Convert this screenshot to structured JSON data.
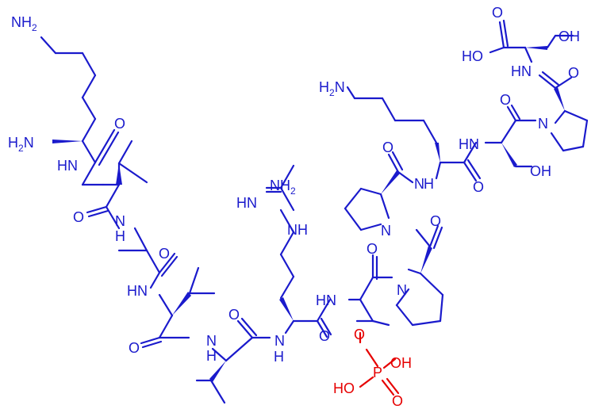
{
  "colors": {
    "bond": "#1a1acc",
    "phosphate": "#e60000",
    "background": "#ffffff"
  },
  "labels": {
    "nh2_top": "NH",
    "nh2_top_sub": "2",
    "h2n_left": "H",
    "h2n_left_sub": "2",
    "h2n_left_n": "N",
    "o1": "O",
    "hn1": "HN",
    "o2": "O",
    "n2": "N",
    "h2": "H",
    "o3": "O",
    "hn3": "HN",
    "o4": "O",
    "n4": "N",
    "h4": "H",
    "o5": "O",
    "guan_nh2": "NH",
    "guan_nh2_sub": "2",
    "guan_hn": "HN",
    "guan_nh": "NH",
    "n5": "N",
    "h5": "H",
    "o6": "O",
    "hn6": "HN",
    "o7": "O",
    "o_ester": "O",
    "p": "P",
    "oh_p1": "OH",
    "ho_p": "HO",
    "o_p": "O",
    "pro1_n": "N",
    "o8": "O",
    "pro2_n": "N",
    "o9": "O",
    "n_lys2": "N",
    "h_lys2": "H",
    "o10": "O",
    "h2n_lys2": "H",
    "h2n_lys2_sub": "2",
    "h2n_lys2_n": "N",
    "hn_ser": "HN",
    "oh_ser": "OH",
    "o11": "O",
    "pro3_n": "N",
    "o12": "O",
    "hn_ser2": "HN",
    "ho_acid": "HO",
    "o_acid": "O",
    "oh_ser2": "OH"
  }
}
